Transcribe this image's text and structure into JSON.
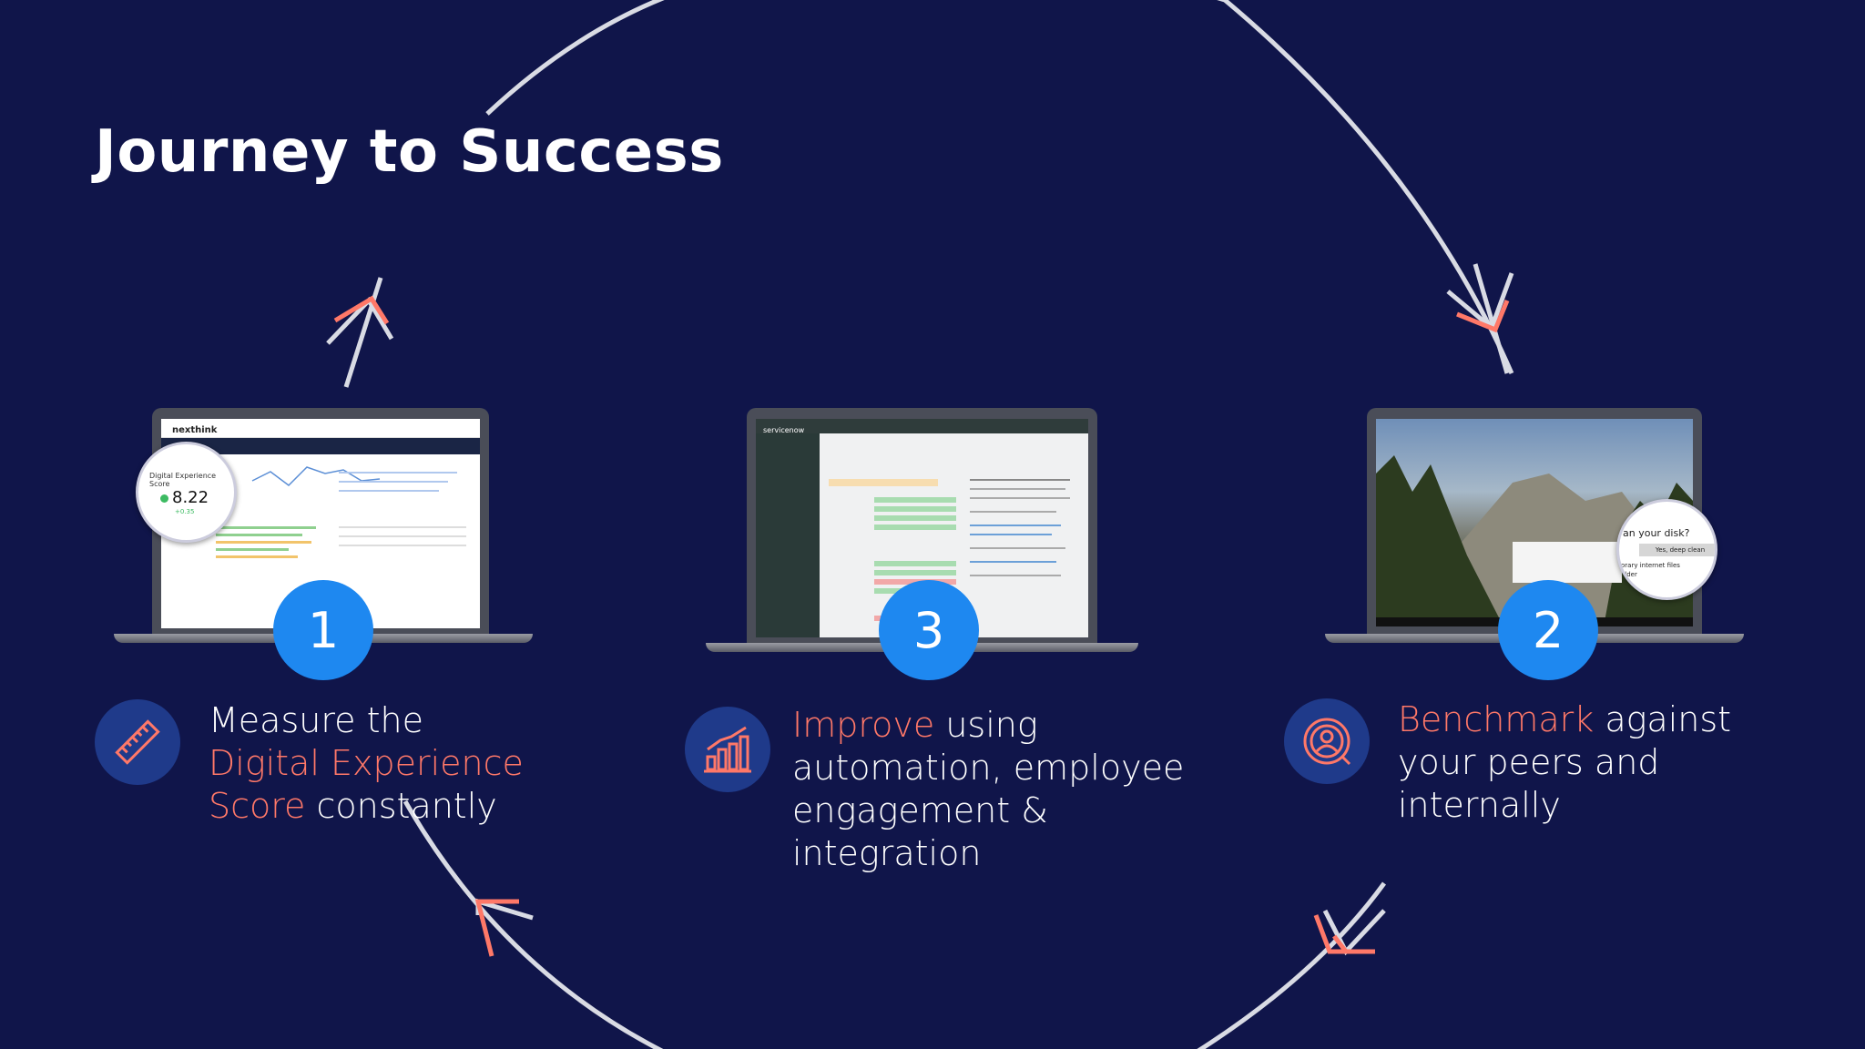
{
  "slide": {
    "title": "Journey to Success",
    "colors": {
      "background": "#10154a",
      "accent": "#ff7868",
      "badge": "#1e88f0",
      "icon_bg": "#1f3a8a"
    }
  },
  "steps": [
    {
      "number": "1",
      "icon": "ruler-icon",
      "text_pre": "Measure the ",
      "text_accent": "Digital Experience Score",
      "text_post": " constantly",
      "screen": {
        "brand": "nexthink",
        "widget_label": "Digital Experience Score",
        "widget_value": "8.22",
        "widget_delta": "+0.35"
      }
    },
    {
      "number": "3",
      "icon": "bar-chart-icon",
      "text_accent": "Improve",
      "text_post": " using automation, employee engagement & integration",
      "screen": {
        "brand": "servicenow"
      }
    },
    {
      "number": "2",
      "icon": "user-target-icon",
      "text_accent": "Benchmark",
      "text_post": " against your peers and internally",
      "screen": {
        "popup_line1": "an your disk?",
        "popup_button": "Yes, deep clean",
        "popup_line2": "orary internet files",
        "popup_line3": "older"
      }
    }
  ]
}
